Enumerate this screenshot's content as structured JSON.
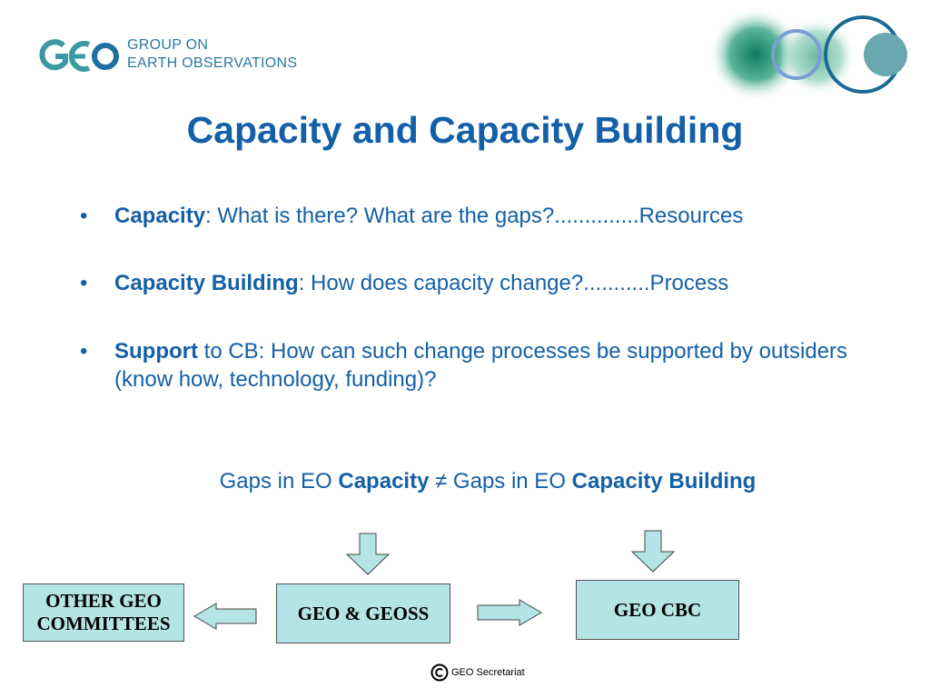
{
  "logo": {
    "mark": "GEO",
    "line1": "GROUP ON",
    "line2": "EARTH OBSERVATIONS"
  },
  "title": "Capacity and Capacity Building",
  "bullets": [
    {
      "bold": "Capacity",
      "rest": ":  What is there? What are the gaps?..............Resources"
    },
    {
      "bold": "Capacity Building",
      "rest": ": How does capacity change?...........Process"
    },
    {
      "bold": "Support",
      "rest": " to CB: How can such change processes be supported by outsiders (know how, technology, funding)?"
    }
  ],
  "gaps": {
    "p1": "Gaps in EO ",
    "b1": "Capacity",
    "p2": " ≠ Gaps in EO ",
    "b2": "Capacity Building"
  },
  "boxes": {
    "other_line1": "OTHER  GEO",
    "other_line2": "COMMITTEES",
    "geo": "GEO & GEOSS",
    "cbc": "GEO CBC"
  },
  "footer": {
    "text": "GEO Secretariat"
  },
  "colors": {
    "title": "#1460a8",
    "box_fill": "#b4e4e6",
    "logo_teal": "#3a9aa0"
  }
}
